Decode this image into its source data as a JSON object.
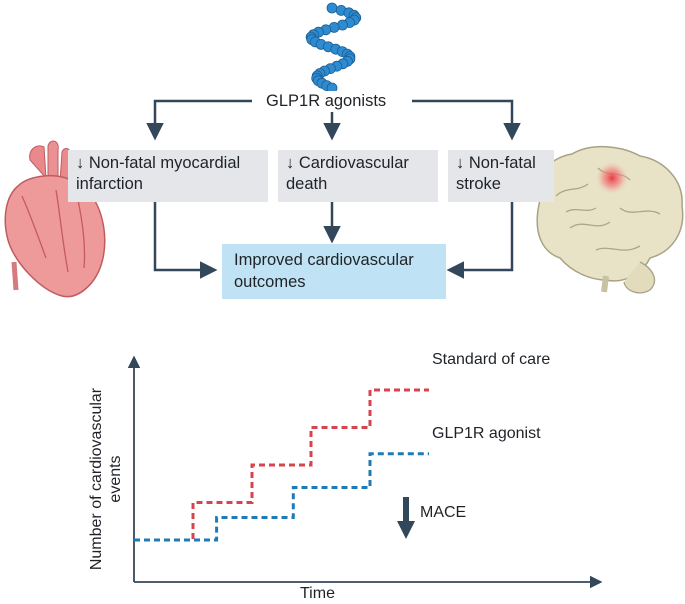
{
  "top": {
    "agonist_label": "GLP1R agonists",
    "effects": [
      {
        "arrow": "↓",
        "text": "Non-fatal myocardial infarction"
      },
      {
        "arrow": "↓",
        "text": "Cardiovascular death"
      },
      {
        "arrow": "↓",
        "text": "Non-fatal stroke"
      }
    ],
    "outcome": "Improved cardiovascular outcomes",
    "icons": [
      "peptide-chain-icon",
      "heart-icon",
      "brain-icon"
    ],
    "colors": {
      "box_grey": "#e4e6e9",
      "outcome_blue": "#bfe3f4",
      "arrow": "#33475b"
    }
  },
  "chart_data": {
    "type": "line",
    "xlabel": "Time",
    "ylabel": "Number of cardiovascular events",
    "series": [
      {
        "name": "Standard of care",
        "color": "#d6454f",
        "style": "dashed",
        "x": [
          0,
          1,
          1,
          2,
          2,
          3,
          3,
          4,
          4,
          5
        ],
        "y": [
          0,
          0,
          1,
          1,
          2,
          2,
          3,
          3,
          4,
          4
        ]
      },
      {
        "name": "GLP1R agonist",
        "color": "#1f7bb6",
        "style": "dashed",
        "x": [
          0,
          1.4,
          1.4,
          2.7,
          2.7,
          4,
          4,
          5
        ],
        "y": [
          0,
          0,
          0.6,
          0.6,
          1.4,
          1.4,
          2.3,
          2.3
        ]
      }
    ],
    "annotation": {
      "arrow": "down",
      "text": "MACE"
    },
    "grid": false
  }
}
